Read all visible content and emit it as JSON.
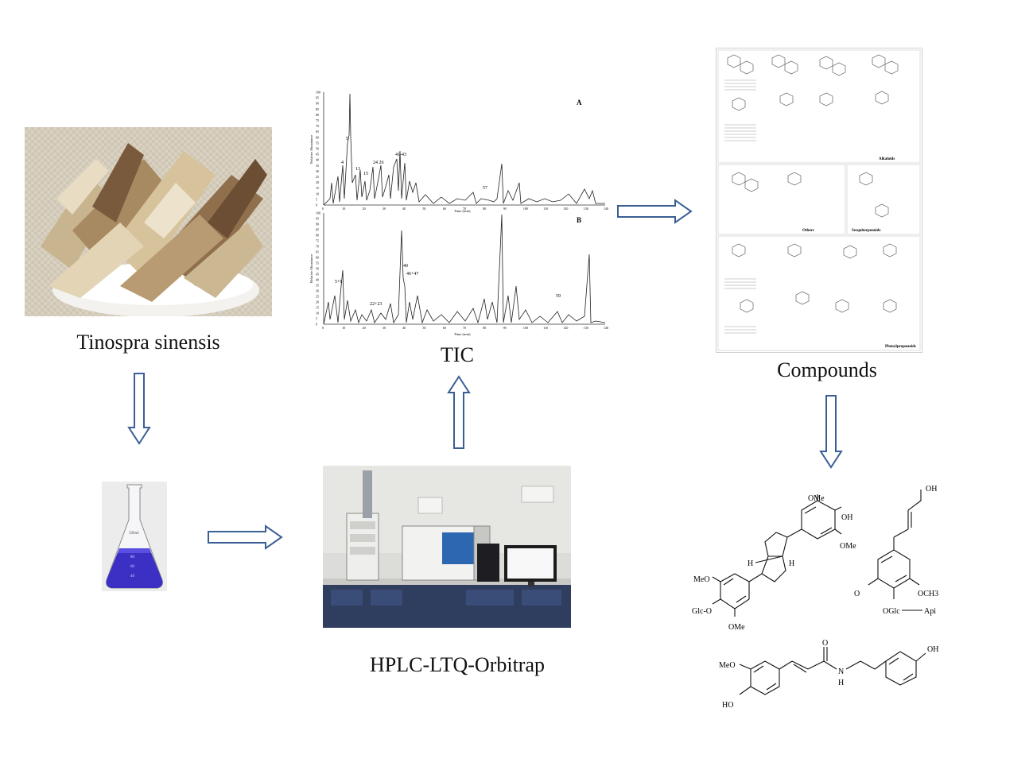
{
  "labels": {
    "plant": "Tinospra sinensis",
    "tic": "TIC",
    "compounds": "Compounds",
    "instrument": "HPLC-LTQ-Orbitrap"
  },
  "tic": {
    "panel_a_tag": "A",
    "panel_b_tag": "B",
    "y_axis_label": "Relative Abundance",
    "x_axis_label": "Time (min)",
    "y_ticks": [
      "0",
      "5",
      "10",
      "15",
      "20",
      "25",
      "30",
      "35",
      "40",
      "45",
      "50",
      "55",
      "60",
      "65",
      "70",
      "75",
      "80",
      "85",
      "90",
      "95",
      "100"
    ],
    "x_ticks": [
      "0",
      "10",
      "20",
      "30",
      "40",
      "50",
      "60",
      "70",
      "80",
      "90",
      "100",
      "110",
      "120",
      "130",
      "140"
    ],
    "peak_labels_a": [
      "4",
      "5",
      "13",
      "15",
      "24 26",
      "41-43",
      "57"
    ],
    "peak_labels_b": [
      "5+6",
      "22+23",
      "40",
      "46+47",
      "59"
    ]
  },
  "compound_groups": [
    "Alkaloids",
    "Others",
    "Sesquiterpenoids",
    "Phenylpropanoids"
  ],
  "structures": {
    "s1": {
      "ome_top": "OMe",
      "oh": "OH",
      "ome_right": "OMe",
      "h_left": "H",
      "h_right": "H",
      "meo": "MeO",
      "glc": "Glc-O",
      "ome_bottom": "OMe"
    },
    "s2": {
      "oh": "OH",
      "o": "O",
      "och3": "OCH3",
      "oglc": "OGlc",
      "api": "Api"
    },
    "s3": {
      "meo": "MeO",
      "ho": "HO",
      "o": "O",
      "n": "N",
      "h": "H",
      "oh": "OH"
    }
  },
  "flask": {
    "marks": [
      "500ml",
      "80",
      "60",
      "40"
    ]
  }
}
